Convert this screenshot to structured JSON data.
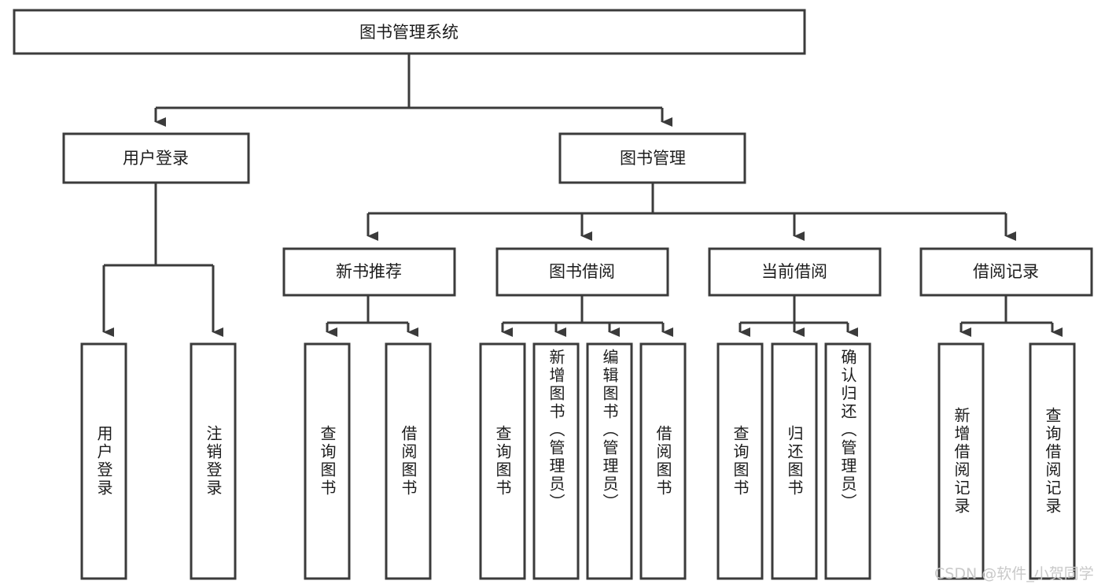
{
  "diagram": {
    "type": "tree-flowchart",
    "title_node": {
      "id": "root",
      "label": "图书管理系统"
    },
    "level2": [
      {
        "id": "user-login",
        "label": "用户登录"
      },
      {
        "id": "book-manage",
        "label": "图书管理"
      }
    ],
    "level3": [
      {
        "id": "new-book-rec",
        "label": "新书推荐",
        "parent": "book-manage"
      },
      {
        "id": "book-borrow",
        "label": "图书借阅",
        "parent": "book-manage"
      },
      {
        "id": "current-borrow",
        "label": "当前借阅",
        "parent": "book-manage"
      },
      {
        "id": "borrow-record",
        "label": "借阅记录",
        "parent": "book-manage"
      }
    ],
    "leaves": [
      {
        "id": "leaf-user-login",
        "label": "用户登录",
        "parent": "user-login"
      },
      {
        "id": "leaf-logout",
        "label": "注销登录",
        "parent": "user-login"
      },
      {
        "id": "leaf-query-book-1",
        "label": "查询图书",
        "parent": "new-book-rec"
      },
      {
        "id": "leaf-borrow-book-1",
        "label": "借阅图书",
        "parent": "new-book-rec"
      },
      {
        "id": "leaf-query-book-2",
        "label": "查询图书",
        "parent": "book-borrow"
      },
      {
        "id": "leaf-add-book",
        "label": "新增图书（管理员）",
        "parent": "book-borrow"
      },
      {
        "id": "leaf-edit-book",
        "label": "编辑图书（管理员）",
        "parent": "book-borrow"
      },
      {
        "id": "leaf-borrow-book-2",
        "label": "借阅图书",
        "parent": "book-borrow"
      },
      {
        "id": "leaf-query-book-3",
        "label": "查询图书",
        "parent": "current-borrow"
      },
      {
        "id": "leaf-return-book",
        "label": "归还图书",
        "parent": "current-borrow"
      },
      {
        "id": "leaf-confirm-return",
        "label": "确认归还（管理员）",
        "parent": "current-borrow"
      },
      {
        "id": "leaf-add-record",
        "label": "新增借阅记录",
        "parent": "borrow-record"
      },
      {
        "id": "leaf-query-record",
        "label": "查询借阅记录",
        "parent": "borrow-record"
      }
    ],
    "colors": {
      "stroke": "#3b3b3b",
      "fill": "#ffffff",
      "text": "#1c1c1c",
      "watermark": "#c9c9c9",
      "background": "#ffffff"
    }
  },
  "watermark": {
    "text": "CSDN @软件_小贺同学"
  }
}
